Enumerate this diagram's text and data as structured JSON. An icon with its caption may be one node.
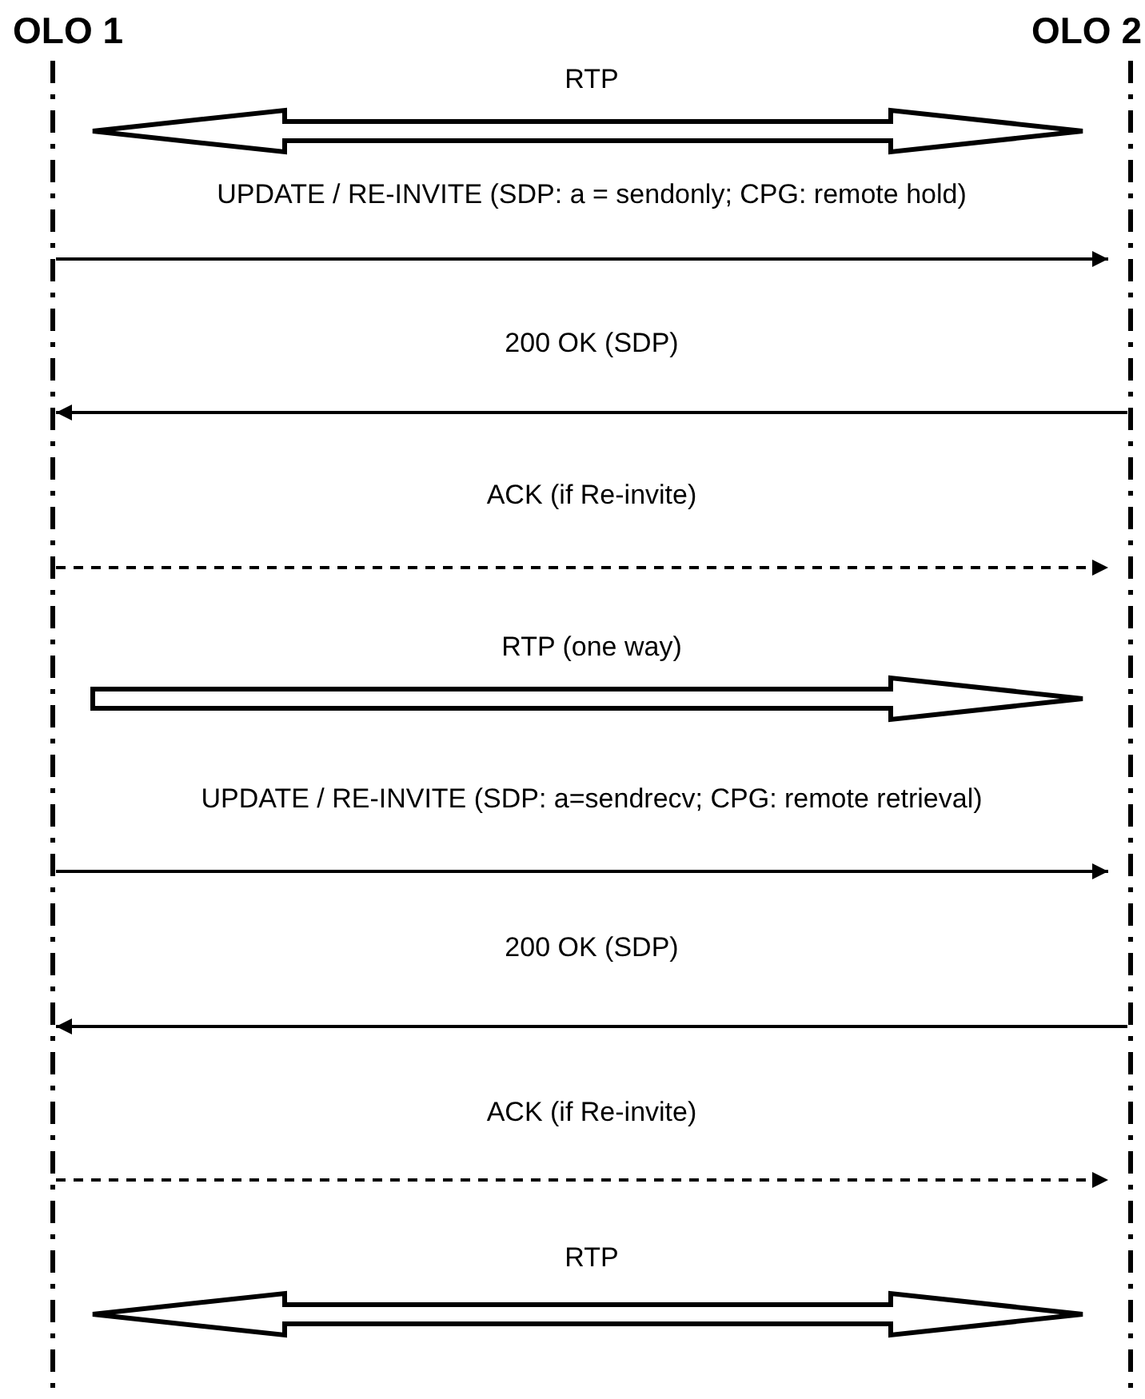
{
  "diagram": {
    "nodes": [
      {
        "text": [
          "OLO 1"
        ]
      },
      {
        "text": [
          "OLO 2"
        ]
      }
    ],
    "edges": [
      {
        "from": 0,
        "to": 1,
        "arrow": "both",
        "label": "RTP",
        "style": "thick"
      },
      {
        "from": 0,
        "to": 1,
        "arrow": "to",
        "label": "UPDATE / RE-INVITE (SDP: a = sendonly; CPG: remote hold)"
      },
      {
        "from": 1,
        "to": 0,
        "arrow": "to",
        "label": "200 OK (SDP)"
      },
      {
        "from": 0,
        "to": 1,
        "arrow": "to",
        "label": "ACK (if Re-invite)",
        "style": "dashed"
      },
      {
        "from": 0,
        "to": 1,
        "arrow": "to",
        "label": "RTP (one way)",
        "style": "thick"
      },
      {
        "from": 0,
        "to": 1,
        "arrow": "to",
        "label": "UPDATE / RE-INVITE (SDP: a=sendrecv; CPG: remote retrieval)"
      },
      {
        "from": 1,
        "to": 0,
        "arrow": "to",
        "label": "200 OK (SDP)"
      },
      {
        "from": 0,
        "to": 1,
        "arrow": "to",
        "label": "ACK (if Re-invite)",
        "style": "dashed"
      },
      {
        "from": 0,
        "to": 1,
        "arrow": "both",
        "label": "RTP",
        "style": "thick"
      }
    ]
  }
}
